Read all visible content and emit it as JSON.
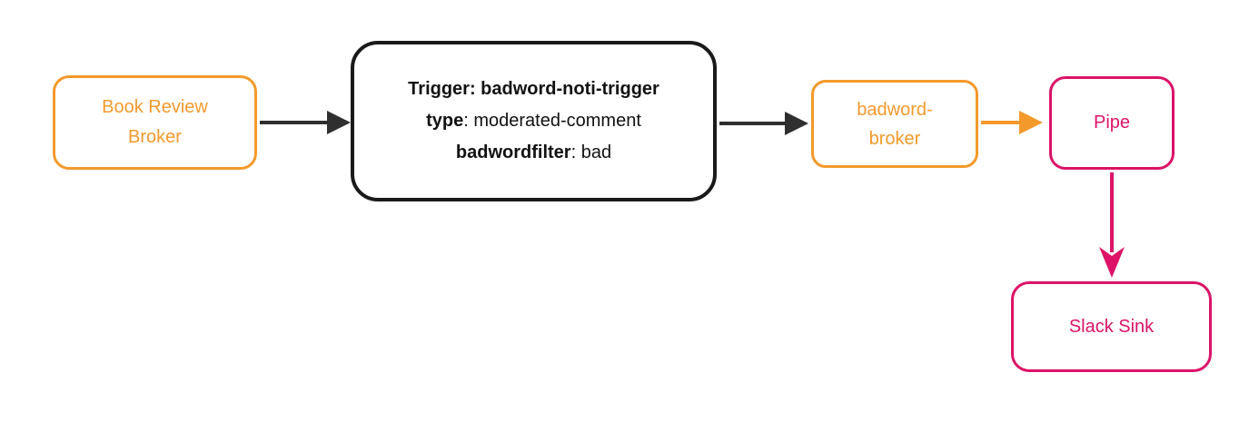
{
  "diagram": {
    "colors": {
      "orange": "#F3992B",
      "pink": "#DC1367",
      "ink": "#1A1A1A",
      "arrow": "#2F2F2F"
    },
    "nodes": {
      "book_review_broker": {
        "label": "Book Review Broker",
        "lines": [
          "Book Review",
          "Broker"
        ]
      },
      "trigger": {
        "line1_bold": "Trigger: badword-noti-trigger",
        "line1_rest": "",
        "line2_bold": "type",
        "line2_rest": ": moderated-comment",
        "line3_bold": "badwordfilter",
        "line3_rest": ": bad"
      },
      "badword_broker": {
        "label": "badword-broker",
        "lines": [
          "badword-",
          "broker"
        ]
      },
      "pipe": {
        "label": "Pipe"
      },
      "slack_sink": {
        "label": "Slack Sink"
      }
    },
    "edges": [
      {
        "from": "book_review_broker",
        "to": "trigger",
        "color": "black"
      },
      {
        "from": "trigger",
        "to": "badword_broker",
        "color": "black"
      },
      {
        "from": "badword_broker",
        "to": "pipe",
        "color": "orange"
      },
      {
        "from": "pipe",
        "to": "slack_sink",
        "color": "pink"
      }
    ]
  }
}
